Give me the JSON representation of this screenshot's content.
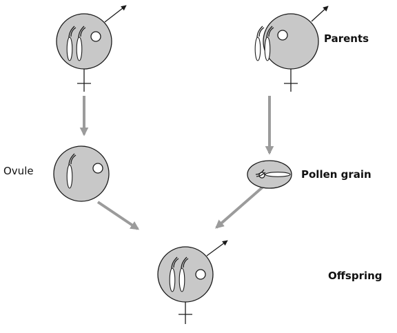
{
  "labels": {
    "parents": "Parents",
    "ovule": "Ovule",
    "pollen_grain": "Pollen grain",
    "offspring": "Offspring"
  },
  "colors": {
    "cell_fill": "#c8c8c8",
    "arrow_gray": "#9b9b9b",
    "outline": "#1a1a1a"
  },
  "icons": {
    "female_symbol": "venus-cross",
    "male_symbol": "mars-arrow"
  }
}
